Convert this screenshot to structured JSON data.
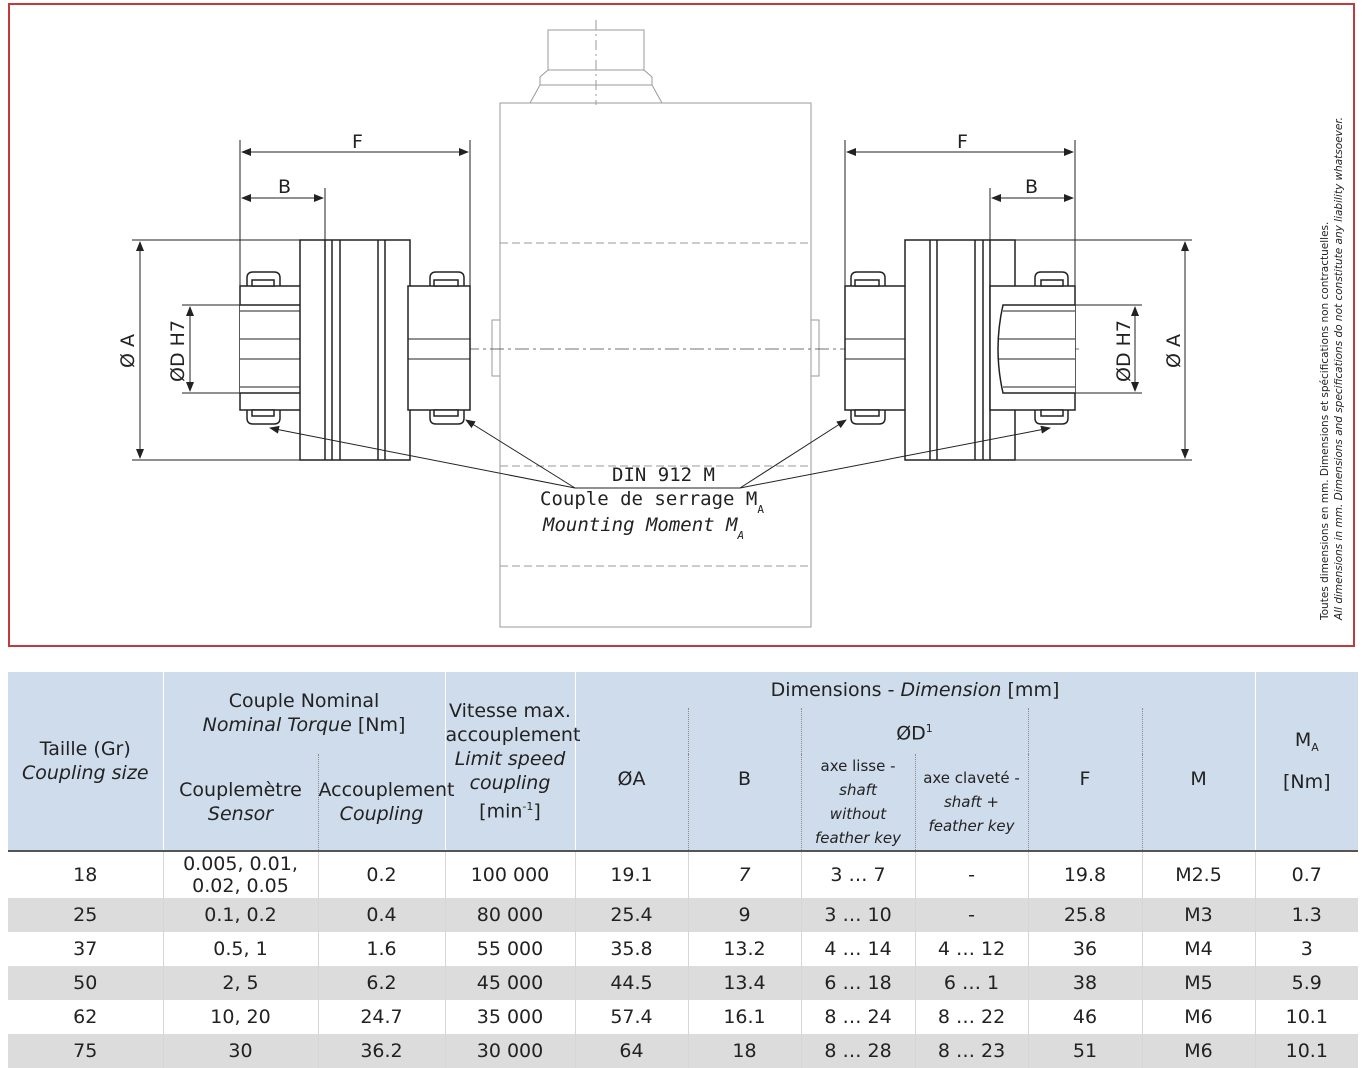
{
  "drawing": {
    "label_F": "F",
    "label_B": "B",
    "label_A": "Ø A",
    "label_D": "ØD H7",
    "callout_line1": "DIN 912 M",
    "callout_line2": "Couple de serrage M",
    "callout_line2_sub": "A",
    "callout_line3": "Mounting Moment M",
    "callout_line3_sub": "A"
  },
  "side_note": {
    "fr": "Toutes dimensions en mm. Dimensions et spécifications non contractuelles.",
    "en": "All dimensions in mm. Dimensions and specifications do not constitute any liability whatsoever."
  },
  "colors": {
    "frame": "#c23a3a",
    "header_bg": "#cfdcec",
    "alt_row": "#dcdcdc"
  },
  "table": {
    "h_size": "Taille (Gr)",
    "h_size_en": "Coupling size",
    "h_torque": "Couple Nominal",
    "h_torque_en": "Nominal Torque",
    "h_torque_unit": "[Nm]",
    "h_sensor": "Couplemètre",
    "h_sensor_en": "Sensor",
    "h_coupling": "Accouplement",
    "h_coupling_en": "Coupling",
    "h_speed1": "Vitesse max.",
    "h_speed2": "accouplement",
    "h_speed_en1": "Limit speed",
    "h_speed_en2": "coupling",
    "h_speed_unit": "[min",
    "h_speed_unit_sup": "-1",
    "h_speed_unit_end": "]",
    "h_dims": "Dimensions - ",
    "h_dims_en": "Dimension",
    "h_dims_unit": " [mm]",
    "h_A": "ØA",
    "h_B": "B",
    "h_D": "ØD",
    "h_D_sup": "1",
    "h_D_plain": "axe lisse - ",
    "h_D_plain_en1": "shaft",
    "h_D_plain_en2": "without feather key",
    "h_D_key": "axe claveté -",
    "h_D_key_en": "shaft + feather key",
    "h_F": "F",
    "h_M": "M",
    "h_MA": "M",
    "h_MA_sub": "A",
    "h_MA_unit": "[Nm]",
    "rows": [
      {
        "size": "18",
        "sensor": "0.005, 0.01, 0.02, 0.05",
        "coupling": "0.2",
        "speed": "100 000",
        "A": "19.1",
        "B": "7",
        "D1": "3 … 7",
        "D2": "-",
        "F": "19.8",
        "M": "M2.5",
        "MA": "0.7"
      },
      {
        "size": "25",
        "sensor": "0.1, 0.2",
        "coupling": "0.4",
        "speed": "80 000",
        "A": "25.4",
        "B": "9",
        "D1": "3 … 10",
        "D2": "-",
        "F": "25.8",
        "M": "M3",
        "MA": "1.3"
      },
      {
        "size": "37",
        "sensor": "0.5, 1",
        "coupling": "1.6",
        "speed": "55 000",
        "A": "35.8",
        "B": "13.2",
        "D1": "4 … 14",
        "D2": "4 … 12",
        "F": "36",
        "M": "M4",
        "MA": "3"
      },
      {
        "size": "50",
        "sensor": "2, 5",
        "coupling": "6.2",
        "speed": "45 000",
        "A": "44.5",
        "B": "13.4",
        "D1": "6 … 18",
        "D2": "6 … 1",
        "F": "38",
        "M": "M5",
        "MA": "5.9"
      },
      {
        "size": "62",
        "sensor": "10, 20",
        "coupling": "24.7",
        "speed": "35 000",
        "A": "57.4",
        "B": "16.1",
        "D1": "8 … 24",
        "D2": "8 … 22",
        "F": "46",
        "M": "M6",
        "MA": "10.1"
      },
      {
        "size": "75",
        "sensor": "30",
        "coupling": "36.2",
        "speed": "30 000",
        "A": "64",
        "B": "18",
        "D1": "8 … 28",
        "D2": "8 … 23",
        "F": "51",
        "M": "M6",
        "MA": "10.1"
      }
    ]
  }
}
